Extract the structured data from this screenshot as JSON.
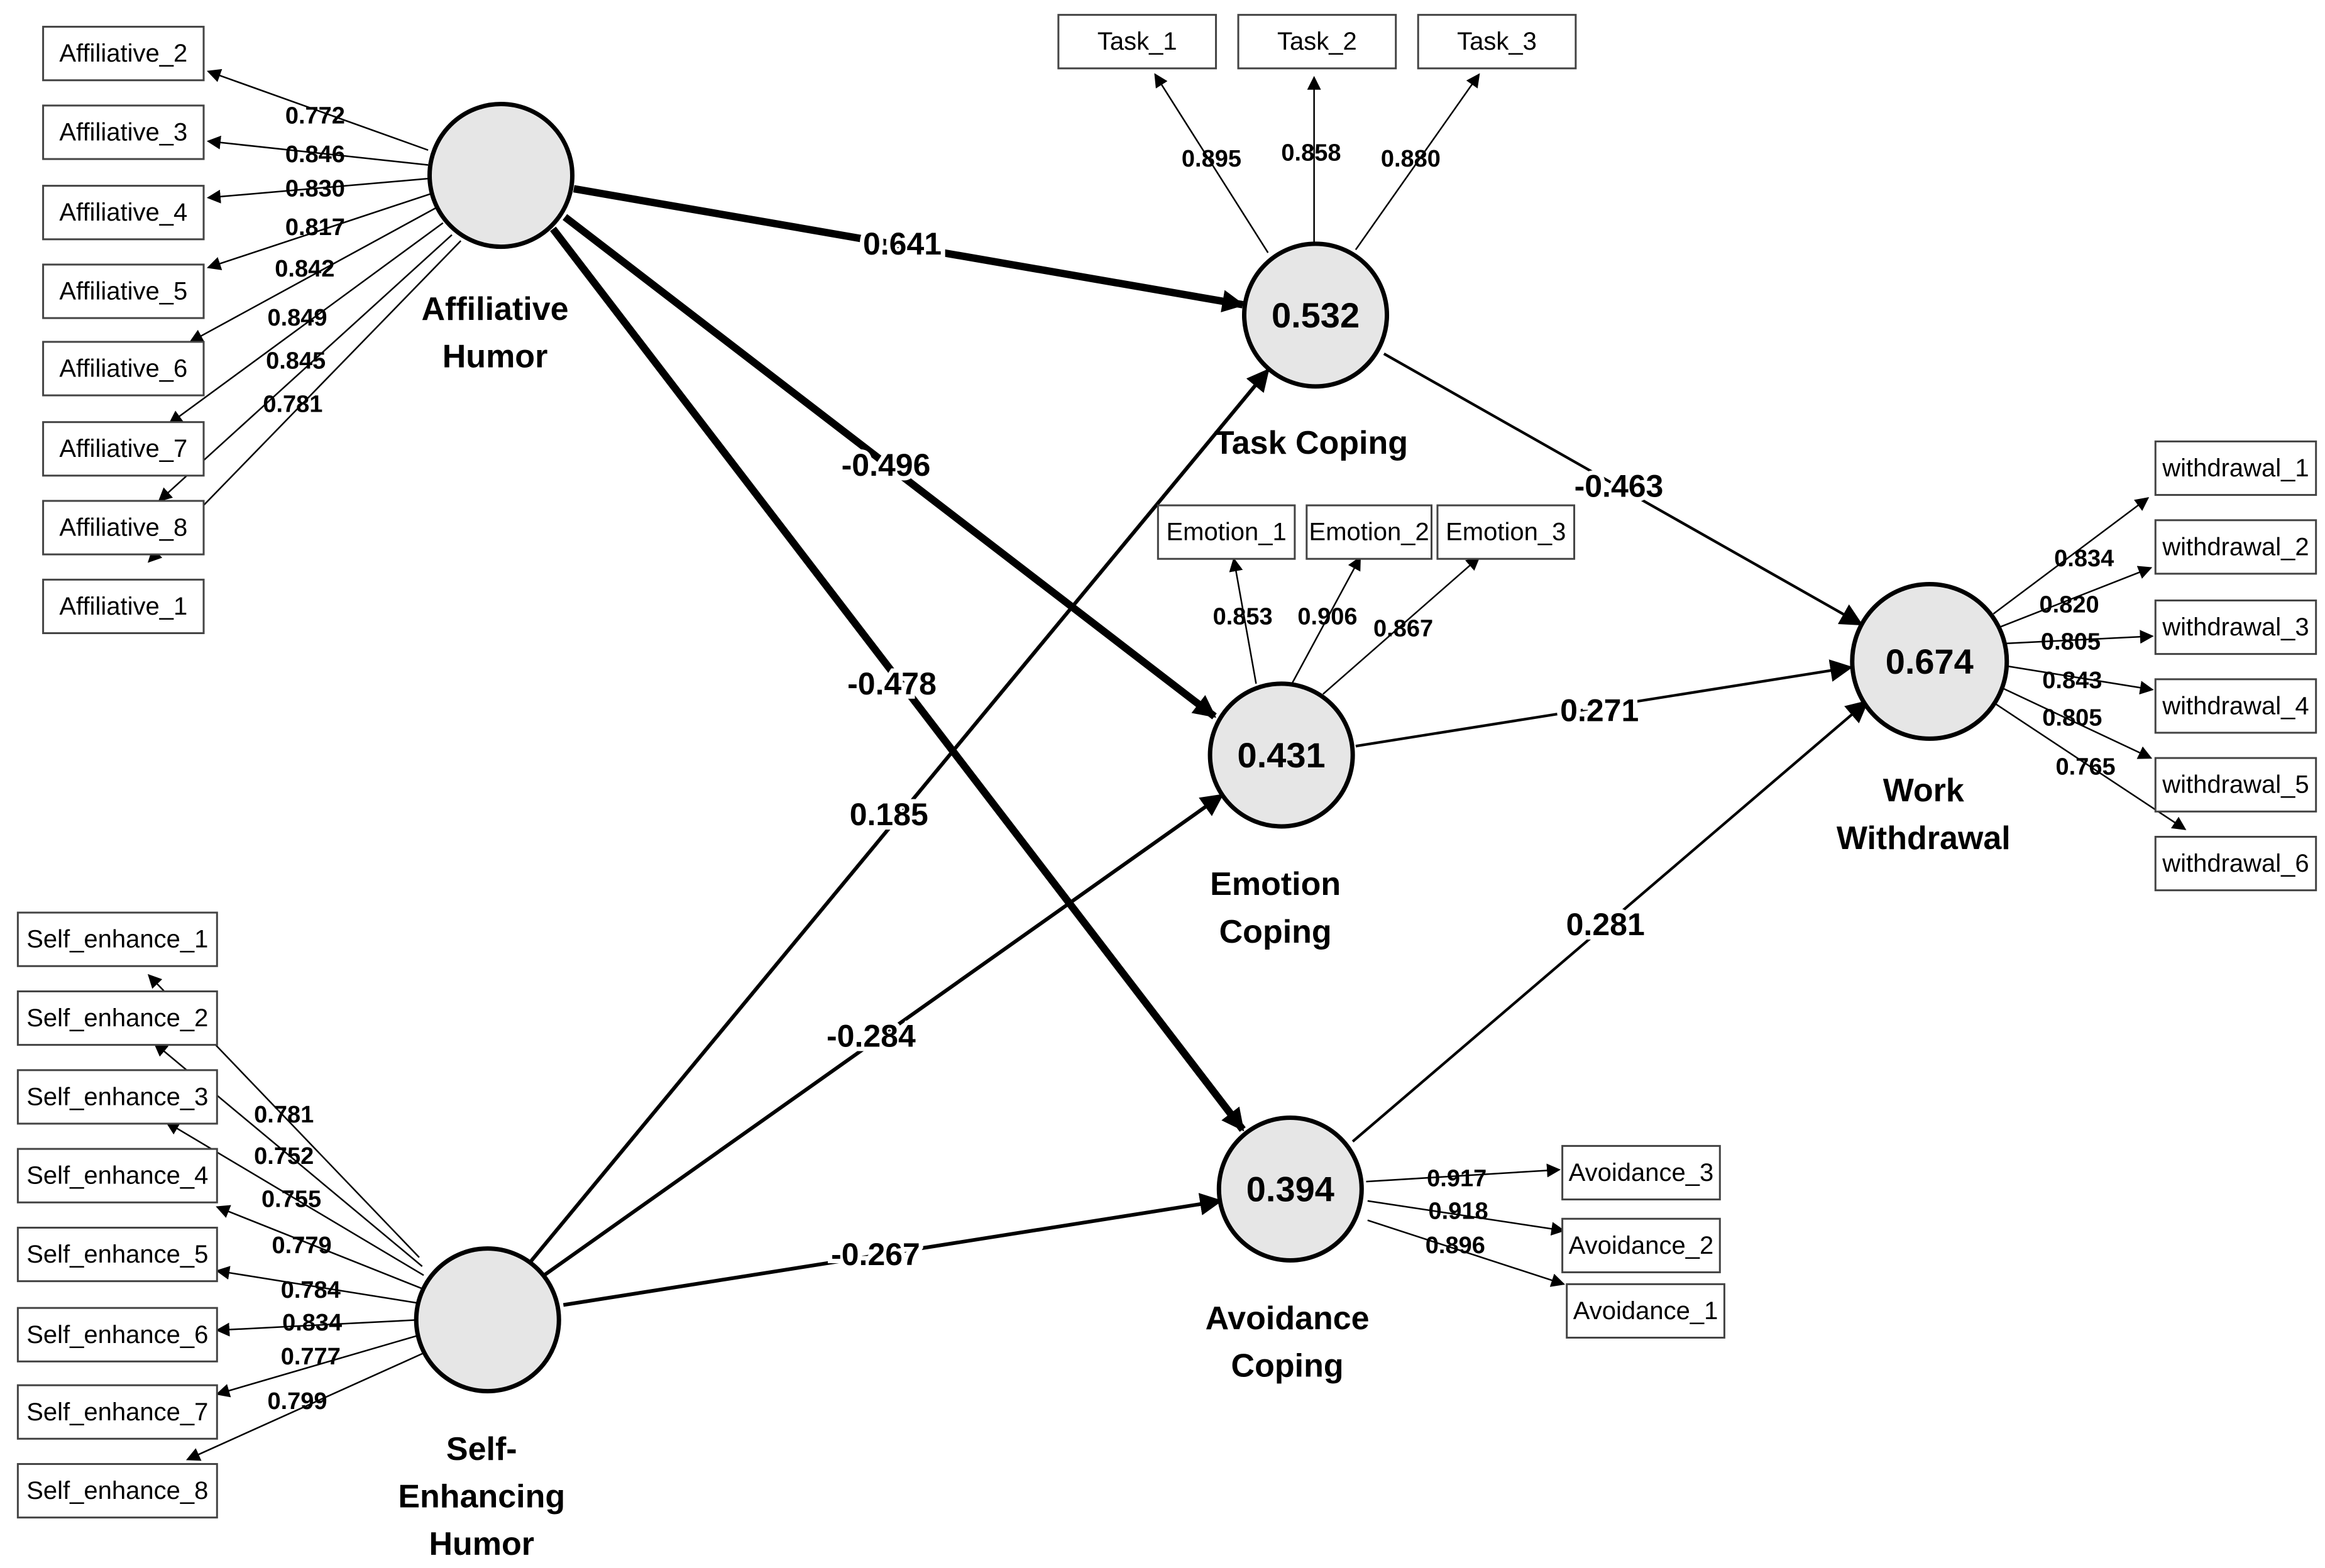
{
  "constructs": [
    {
      "id": "aff",
      "label_lines": [
        "Affiliative",
        "Humor"
      ],
      "value": ""
    },
    {
      "id": "self",
      "label_lines": [
        "Self-",
        "Enhancing",
        "Humor"
      ],
      "value": ""
    },
    {
      "id": "task",
      "label_lines": [
        "Task Coping"
      ],
      "value": "0.532"
    },
    {
      "id": "emo",
      "label_lines": [
        "Emotion",
        "Coping"
      ],
      "value": "0.431"
    },
    {
      "id": "avoid",
      "label_lines": [
        "Avoidance",
        "Coping"
      ],
      "value": "0.394"
    },
    {
      "id": "work",
      "label_lines": [
        "Work",
        "Withdrawal"
      ],
      "value": "0.674"
    }
  ],
  "paths": [
    {
      "from": "aff",
      "to": "task",
      "coef": "0.641"
    },
    {
      "from": "aff",
      "to": "emo",
      "coef": "-0.496"
    },
    {
      "from": "aff",
      "to": "avoid",
      "coef": "-0.478"
    },
    {
      "from": "self",
      "to": "task",
      "coef": "0.185"
    },
    {
      "from": "self",
      "to": "emo",
      "coef": "-0.284"
    },
    {
      "from": "self",
      "to": "avoid",
      "coef": "-0.267"
    },
    {
      "from": "task",
      "to": "work",
      "coef": "-0.463"
    },
    {
      "from": "emo",
      "to": "work",
      "coef": "0.271"
    },
    {
      "from": "avoid",
      "to": "work",
      "coef": "0.281"
    }
  ],
  "indicators": [
    {
      "construct": "aff",
      "label": "Affiliative_2",
      "loading": "0.772"
    },
    {
      "construct": "aff",
      "label": "Affiliative_3",
      "loading": "0.846"
    },
    {
      "construct": "aff",
      "label": "Affiliative_4",
      "loading": "0.830"
    },
    {
      "construct": "aff",
      "label": "Affiliative_5",
      "loading": "0.817"
    },
    {
      "construct": "aff",
      "label": "Affiliative_6",
      "loading": "0.842"
    },
    {
      "construct": "aff",
      "label": "Affiliative_7",
      "loading": "0.849"
    },
    {
      "construct": "aff",
      "label": "Affiliative_8",
      "loading": "0.845"
    },
    {
      "construct": "aff",
      "label": "Affiliative_1",
      "loading": "0.781"
    },
    {
      "construct": "task",
      "label": "Task_1",
      "loading": "0.895"
    },
    {
      "construct": "task",
      "label": "Task_2",
      "loading": "0.858"
    },
    {
      "construct": "task",
      "label": "Task_3",
      "loading": "0.880"
    },
    {
      "construct": "emo",
      "label": "Emotion_1",
      "loading": "0.853"
    },
    {
      "construct": "emo",
      "label": "Emotion_2",
      "loading": "0.906"
    },
    {
      "construct": "emo",
      "label": "Emotion_3",
      "loading": "0.867"
    },
    {
      "construct": "work",
      "label": "withdrawal_1",
      "loading": "0.834"
    },
    {
      "construct": "work",
      "label": "withdrawal_2",
      "loading": "0.820"
    },
    {
      "construct": "work",
      "label": "withdrawal_3",
      "loading": "0.805"
    },
    {
      "construct": "work",
      "label": "withdrawal_4",
      "loading": "0.843"
    },
    {
      "construct": "work",
      "label": "withdrawal_5",
      "loading": "0.805"
    },
    {
      "construct": "work",
      "label": "withdrawal_6",
      "loading": "0.765"
    },
    {
      "construct": "self",
      "label": "Self_enhance_1",
      "loading": "0.781"
    },
    {
      "construct": "self",
      "label": "Self_enhance_2",
      "loading": "0.752"
    },
    {
      "construct": "self",
      "label": "Self_enhance_3",
      "loading": "0.755"
    },
    {
      "construct": "self",
      "label": "Self_enhance_4",
      "loading": "0.779"
    },
    {
      "construct": "self",
      "label": "Self_enhance_5",
      "loading": "0.784"
    },
    {
      "construct": "self",
      "label": "Self_enhance_6",
      "loading": "0.834"
    },
    {
      "construct": "self",
      "label": "Self_enhance_7",
      "loading": "0.777"
    },
    {
      "construct": "self",
      "label": "Self_enhance_8",
      "loading": "0.799"
    },
    {
      "construct": "avoid",
      "label": "Avoidance_3",
      "loading": "0.917"
    },
    {
      "construct": "avoid",
      "label": "Avoidance_2",
      "loading": "0.918"
    },
    {
      "construct": "avoid",
      "label": "Avoidance_1",
      "loading": "0.896"
    }
  ]
}
